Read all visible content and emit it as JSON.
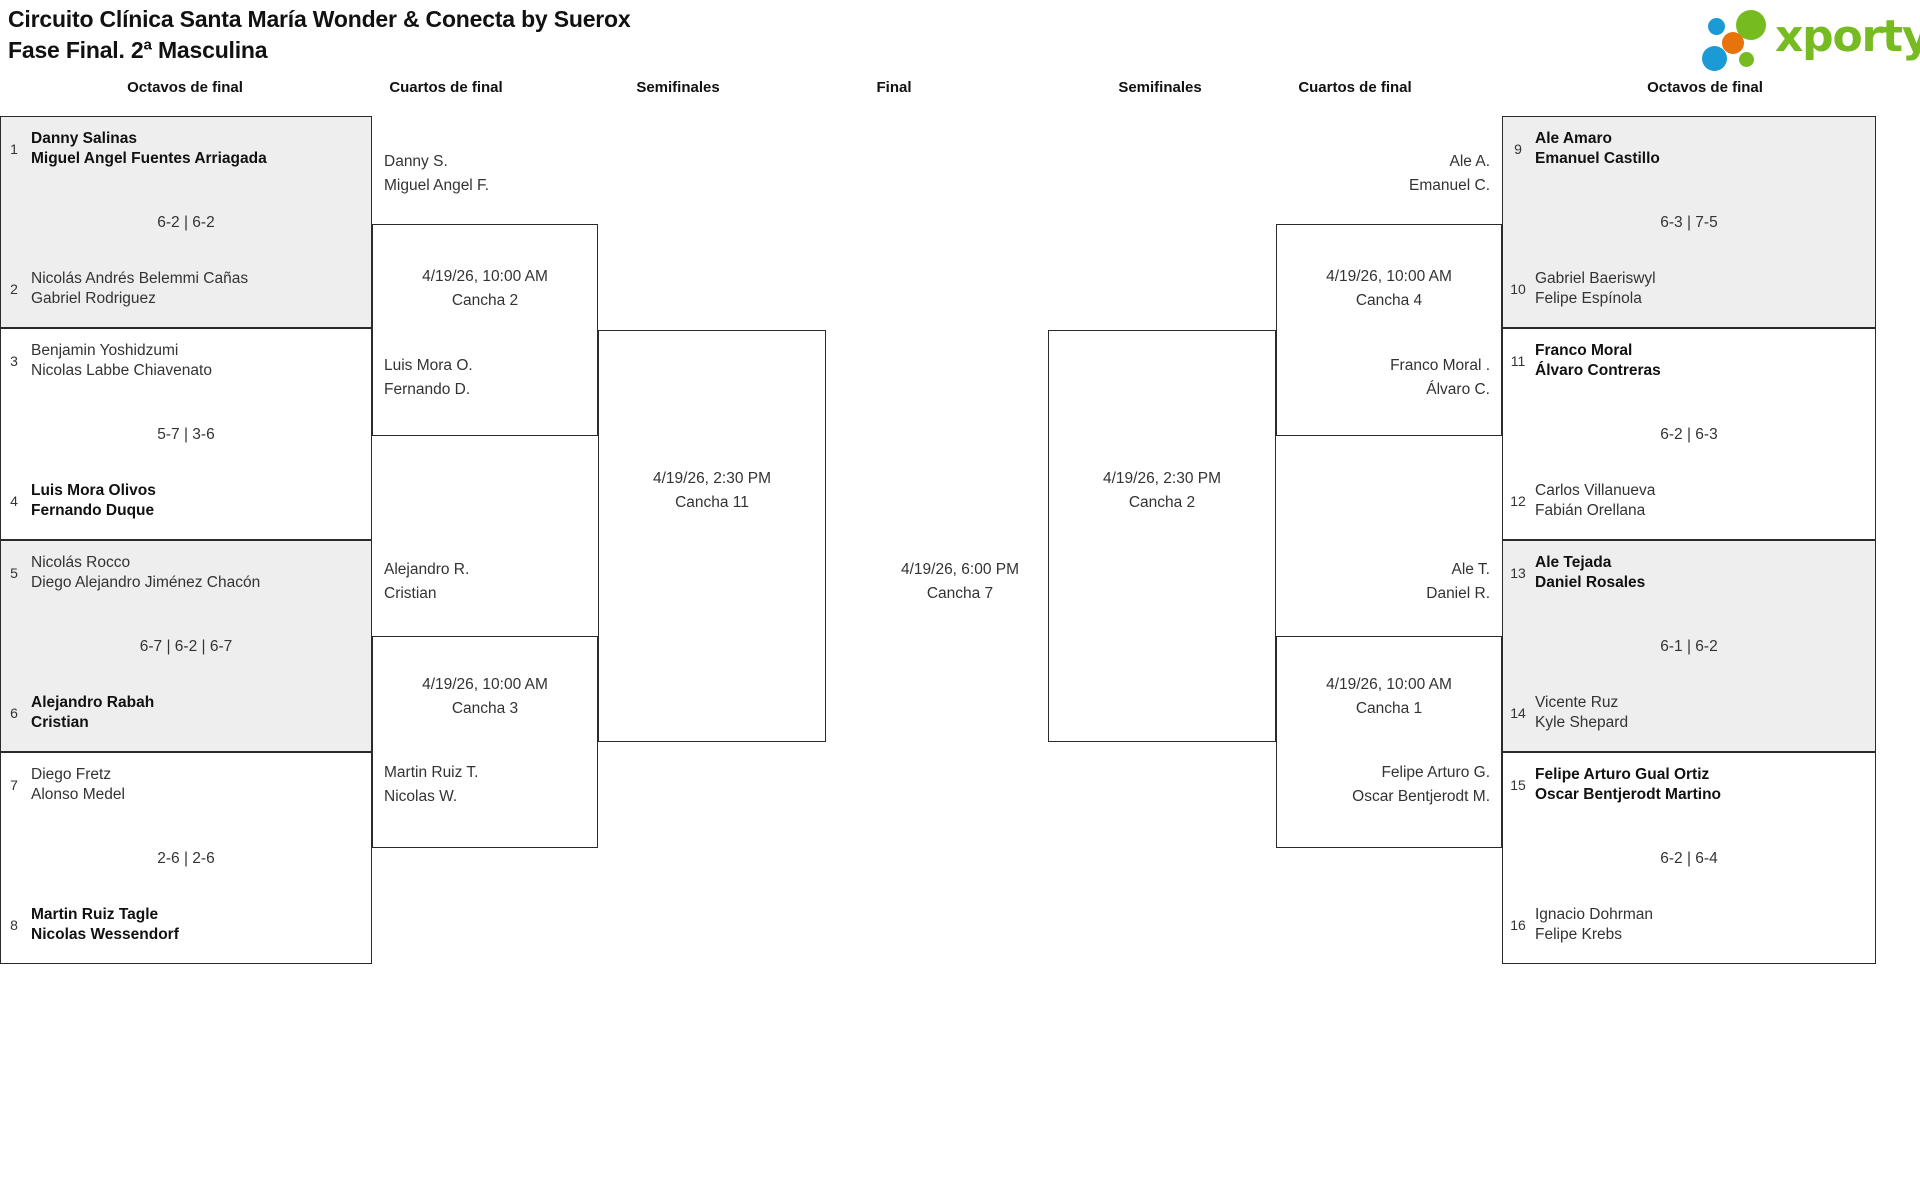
{
  "header": {
    "title_line1": "Circuito Clínica Santa María Wonder & Conecta by Suerox",
    "title_line2": "Fase Final. 2ª Masculina",
    "logo_text": "xporty",
    "logo_colors": {
      "green": "#76bc21",
      "blue": "#1b9ad6",
      "orange": "#e8720c"
    }
  },
  "round_labels": {
    "left_octavos": "Octavos de final",
    "left_cuartos": "Cuartos de final",
    "left_semis": "Semifinales",
    "final": "Final",
    "right_semis": "Semifinales",
    "right_cuartos": "Cuartos de final",
    "right_octavos": "Octavos de final"
  },
  "left_octavos": [
    {
      "shaded": true,
      "top": {
        "seed": "1",
        "p1": "Danny Salinas",
        "p2": "Miguel Angel Fuentes Arriagada",
        "winner": true
      },
      "bottom": {
        "seed": "2",
        "p1": "Nicolás Andrés Belemmi Cañas",
        "p2": "Gabriel Rodriguez",
        "winner": false
      },
      "score": "6-2 | 6-2"
    },
    {
      "shaded": false,
      "top": {
        "seed": "3",
        "p1": "Benjamin Yoshidzumi",
        "p2": "Nicolas Labbe Chiavenato",
        "winner": false
      },
      "bottom": {
        "seed": "4",
        "p1": "Luis Mora Olivos",
        "p2": "Fernando Duque",
        "winner": true
      },
      "score": "5-7 | 3-6"
    },
    {
      "shaded": true,
      "top": {
        "seed": "5",
        "p1": "Nicolás Rocco",
        "p2": "Diego Alejandro Jiménez Chacón",
        "winner": false
      },
      "bottom": {
        "seed": "6",
        "p1": "Alejandro Rabah",
        "p2": "Cristian",
        "winner": true
      },
      "score": "6-7 | 6-2 | 6-7"
    },
    {
      "shaded": false,
      "top": {
        "seed": "7",
        "p1": "Diego Fretz",
        "p2": "Alonso Medel",
        "winner": false
      },
      "bottom": {
        "seed": "8",
        "p1": "Martin Ruiz Tagle",
        "p2": "Nicolas Wessendorf",
        "winner": true
      },
      "score": "2-6 | 2-6"
    }
  ],
  "right_octavos": [
    {
      "shaded": true,
      "top": {
        "seed": "9",
        "p1": "Ale Amaro",
        "p2": "Emanuel Castillo",
        "winner": true
      },
      "bottom": {
        "seed": "10",
        "p1": "Gabriel Baeriswyl",
        "p2": "Felipe Espínola",
        "winner": false
      },
      "score": "6-3 | 7-5"
    },
    {
      "shaded": false,
      "top": {
        "seed": "11",
        "p1": "Franco Moral",
        "p2": "Álvaro Contreras",
        "winner": true
      },
      "bottom": {
        "seed": "12",
        "p1": "Carlos Villanueva",
        "p2": "Fabián Orellana",
        "winner": false
      },
      "score": "6-2 | 6-3"
    },
    {
      "shaded": true,
      "top": {
        "seed": "13",
        "p1": "Ale Tejada",
        "p2": "Daniel Rosales",
        "winner": true
      },
      "bottom": {
        "seed": "14",
        "p1": "Vicente Ruz",
        "p2": "Kyle Shepard",
        "winner": false
      },
      "score": "6-1 | 6-2"
    },
    {
      "shaded": false,
      "top": {
        "seed": "15",
        "p1": "Felipe Arturo Gual Ortiz",
        "p2": "Oscar Bentjerodt Martino",
        "winner": true
      },
      "bottom": {
        "seed": "16",
        "p1": "Ignacio Dohrman",
        "p2": "Felipe Krebs",
        "winner": false
      },
      "score": "6-2 | 6-4"
    }
  ],
  "left_cuartos": [
    {
      "top_p1": "Danny S.",
      "top_p2": "Miguel Angel F.",
      "bottom_p1": "Luis Mora O.",
      "bottom_p2": "Fernando D.",
      "date": "4/19/26, 10:00 AM",
      "court": "Cancha 2"
    },
    {
      "top_p1": "Alejandro R.",
      "top_p2": "Cristian",
      "bottom_p1": "Martin Ruiz T.",
      "bottom_p2": "Nicolas W.",
      "date": "4/19/26, 10:00 AM",
      "court": "Cancha 3"
    }
  ],
  "right_cuartos": [
    {
      "top_p1": "Ale A.",
      "top_p2": "Emanuel C.",
      "bottom_p1": "Franco Moral .",
      "bottom_p2": "Álvaro C.",
      "date": "4/19/26, 10:00 AM",
      "court": "Cancha 4"
    },
    {
      "top_p1": "Ale T.",
      "top_p2": "Daniel R.",
      "bottom_p1": "Felipe Arturo G.",
      "bottom_p2": "Oscar Bentjerodt M.",
      "date": "4/19/26, 10:00 AM",
      "court": "Cancha 1"
    }
  ],
  "left_semifinal": {
    "date": "4/19/26, 2:30 PM",
    "court": "Cancha 11"
  },
  "right_semifinal": {
    "date": "4/19/26, 2:30 PM",
    "court": "Cancha 2"
  },
  "final": {
    "date": "4/19/26, 6:00 PM",
    "court": "Cancha 7"
  }
}
